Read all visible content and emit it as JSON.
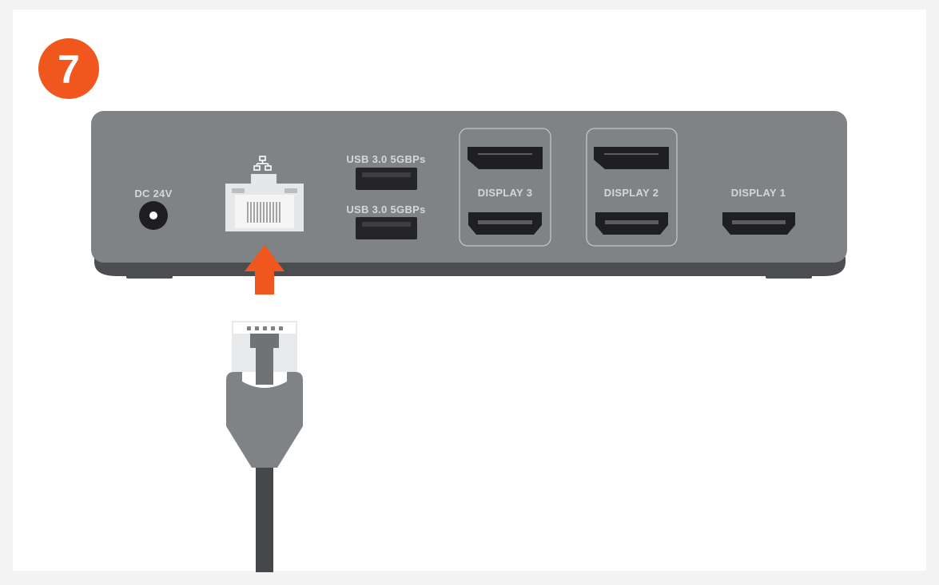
{
  "step": {
    "number": "7"
  },
  "dock": {
    "ports": {
      "power": "DC 24V",
      "usb_top": "USB 3.0 5GBPs",
      "usb_bottom": "USB 3.0 5GBPs",
      "display3": "DISPLAY 3",
      "display2": "DISPLAY 2",
      "display1": "DISPLAY 1"
    }
  },
  "icons": {
    "network": "network-icon",
    "arrow": "arrow-up-icon"
  },
  "colors": {
    "accent": "#f0571e",
    "dock_body": "#7f8386",
    "dock_base": "#4b4d50",
    "port_dark": "#2d2d2f",
    "cable": "#46474a",
    "background": "#f3f3f3"
  }
}
